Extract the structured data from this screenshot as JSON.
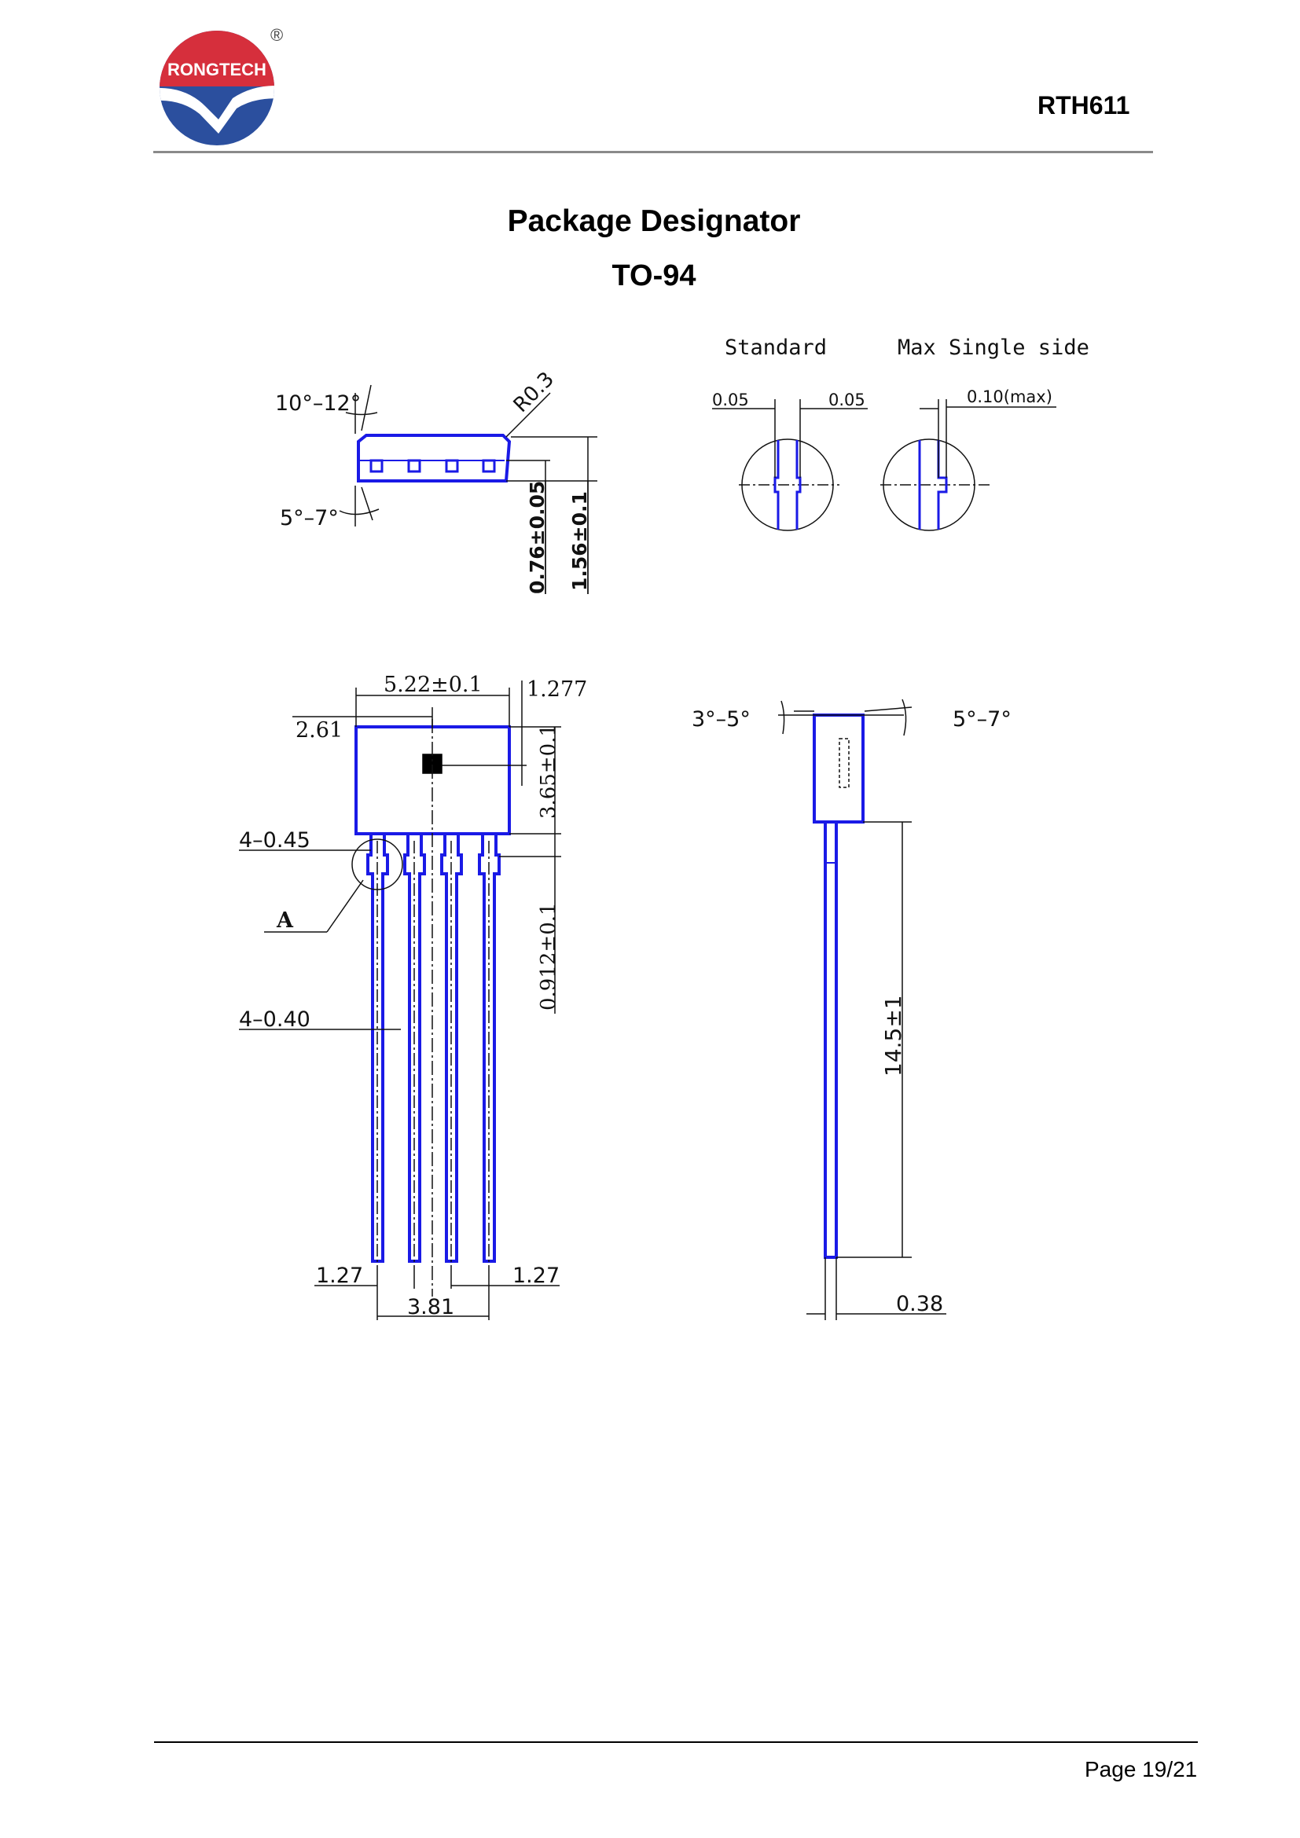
{
  "header": {
    "logo_text": "RONGTECH",
    "registered_mark": "®",
    "part_number": "RTH611"
  },
  "document": {
    "title": "Package Designator",
    "package": "TO-94"
  },
  "drawing": {
    "top_view": {
      "angle_top": "10°–12°",
      "angle_bottom": "5°–7°",
      "radius": "R0.3",
      "dim_sensor": "0.76±0.05",
      "dim_thickness": "1.56±0.1"
    },
    "lead_detail": {
      "standard_label": "Standard",
      "max_label": "Max Single side",
      "standard_left": "0.05",
      "standard_right": "0.05",
      "max_value": "0.10(max)"
    },
    "front_view": {
      "body_width": "5.22±0.1",
      "half_width": "2.61",
      "pitch_top": "1.277",
      "body_height": "3.65±0.1",
      "lead_width_top": "4–0.45",
      "detail_label": "A",
      "lead_width": "4–0.40",
      "shoulder": "0.912±0.1",
      "pitch_left": "1.27",
      "pitch_right": "1.27",
      "span": "3.81"
    },
    "side_view": {
      "angle_left": "3°–5°",
      "angle_right": "5°–7°",
      "lead_length": "14.5±1",
      "lead_thickness": "0.38"
    }
  },
  "footer": {
    "page": "Page 19/21"
  },
  "colors": {
    "outline": "#1a1ae6",
    "logo_red": "#d62f3c",
    "logo_blue": "#2b4f9e",
    "rule": "#8a8a8a"
  }
}
